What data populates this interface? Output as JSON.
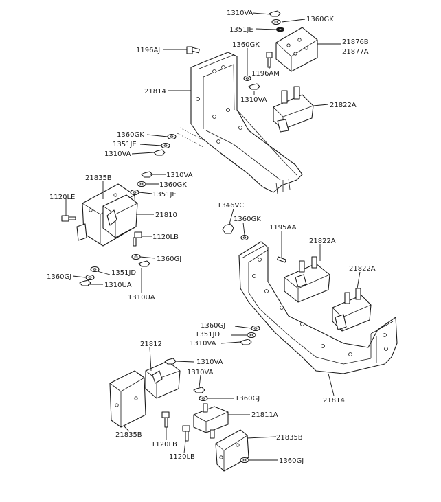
{
  "labels": {
    "l1310va_top": "1310VA",
    "l1360gk_top": "1360GK",
    "l1351je_top": "1351JE",
    "l21876b": "21876B",
    "l21877a": "21877A",
    "l1196aj": "1196AJ",
    "l1360gk_mid": "1360GK",
    "l1196am": "1196AM",
    "l21814_top": "21814",
    "l1310va_mid": "1310VA",
    "l21822a_top": "21822A",
    "l1360gk_left": "1360GK",
    "l1351je_left": "1351JE",
    "l1310va_left": "1310VA",
    "l21835b_top": "21835B",
    "l1310va_l2": "1310VA",
    "l1360gk_l2": "1360GK",
    "l1351je_l2": "1351JE",
    "l1120le": "1120LE",
    "l21810": "21810",
    "l1120lb_mid": "1120LB",
    "l1346vc": "1346VC",
    "l1360gk_r": "1360GK",
    "l1195aa": "1195AA",
    "l21822a_mid": "21822A",
    "l21822a_right": "21822A",
    "l1360gj_mid": "1360GJ",
    "l1360gj_left": "1360GJ",
    "l1351jd_left": "1351JD",
    "l1310ua_left": "1310UA",
    "l1310ua_bottom": "1310UA",
    "l1360gj_r2": "1360GJ",
    "l1351jd_r2": "1351JD",
    "l1310va_r2": "1310VA",
    "l21812": "21812",
    "l1310va_b1": "1310VA",
    "l1310va_b2": "1310VA",
    "l1360gj_b1": "1360GJ",
    "l21811a": "21811A",
    "l21835b_b1": "21835B",
    "l1120lb_b1": "1120LB",
    "l21835b_b2": "21835B",
    "l1120lb_b2": "1120LB",
    "l1360gj_b2": "1360GJ",
    "l21814_bottom": "21814"
  }
}
